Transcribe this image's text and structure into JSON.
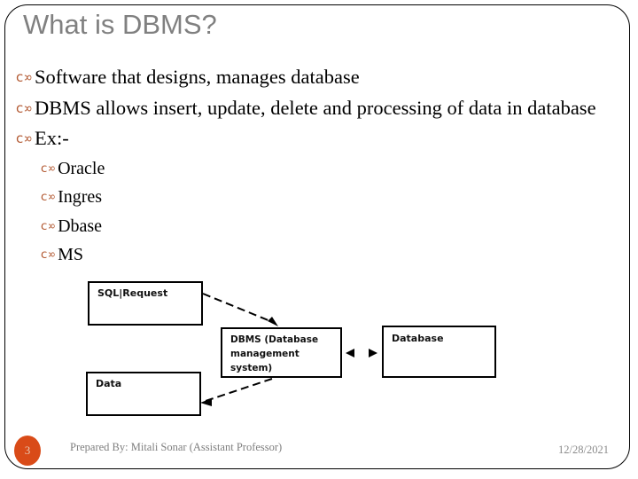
{
  "slide": {
    "title": "What is DBMS?",
    "title_color": "#808080",
    "frame_color": "#000000",
    "background": "#ffffff"
  },
  "bullet_marker": "∝ɔ",
  "bullet_marker_color": "#B35A33",
  "content": {
    "bullets": [
      {
        "level": 1,
        "text": "Software that designs, manages database"
      },
      {
        "level": 1,
        "text": "DBMS allows insert, update, delete and processing of data in database"
      },
      {
        "level": 1,
        "text": "Ex:-"
      },
      {
        "level": 2,
        "text": "Oracle"
      },
      {
        "level": 2,
        "text": "Ingres"
      },
      {
        "level": 2,
        "text": "Dbase"
      },
      {
        "level": 2,
        "text": "MS"
      }
    ]
  },
  "diagram": {
    "type": "block-flow",
    "boxes": [
      {
        "id": "sql-request",
        "label": "SQL|Request"
      },
      {
        "id": "dbms",
        "label": "DBMS (Database management system)"
      },
      {
        "id": "data",
        "label": "Data"
      },
      {
        "id": "database",
        "label": "Database"
      }
    ],
    "connectors": [
      {
        "from": "sql-request",
        "to": "dbms",
        "style": "dashed-arrow"
      },
      {
        "from": "dbms",
        "to": "data",
        "style": "dashed-arrow"
      },
      {
        "from": "dbms",
        "to": "database",
        "style": "double-arrow"
      }
    ]
  },
  "footer": {
    "slide_number": "3",
    "badge_color": "#D94B18",
    "author": "Prepared By: Mitali Sonar (Assistant Professor)",
    "date": "12/28/2021",
    "text_color": "#7F7F7F"
  }
}
